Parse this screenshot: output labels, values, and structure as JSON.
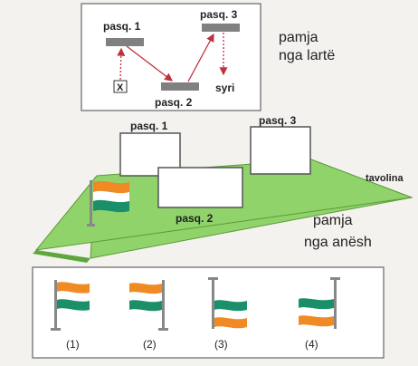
{
  "top_view": {
    "mirror_1_label": "pasq. 1",
    "mirror_2_label": "pasq. 2",
    "mirror_3_label": "pasq. 3",
    "object_label": "X",
    "eye_label": "syri",
    "title_line1": "pamja",
    "title_line2": "nga lartë"
  },
  "side_view": {
    "mirror_1_label": "pasq. 1",
    "mirror_2_label": "pasq. 2",
    "mirror_3_label": "pasq. 3",
    "table_label": "tavolina",
    "title_line1": "pamja",
    "title_line2": "nga anësh"
  },
  "options": [
    {
      "label": "(1)"
    },
    {
      "label": "(2)"
    },
    {
      "label": "(3)"
    },
    {
      "label": "(4)"
    }
  ],
  "colors": {
    "saffron": "#f08a24",
    "green": "#1a8f6a",
    "table": "#8fd36a",
    "mirror_top": "#808080",
    "arrow": "#c0303a"
  }
}
